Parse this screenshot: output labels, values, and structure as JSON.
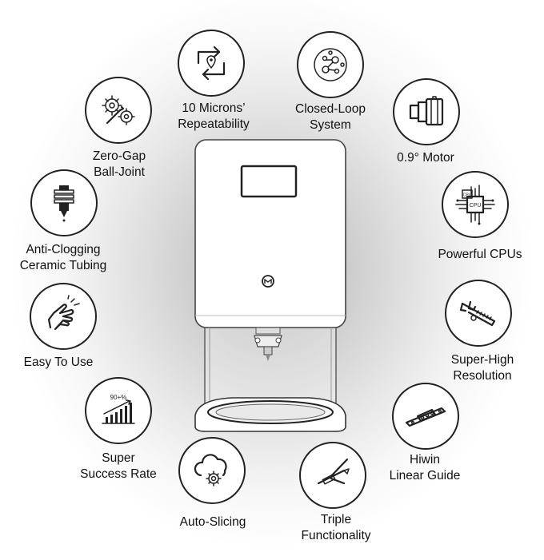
{
  "features": [
    {
      "id": "repeatability",
      "icon": "location-cycle-icon",
      "lines": [
        "10 Microns’",
        "Repeatability"
      ]
    },
    {
      "id": "closed-loop",
      "icon": "network-nodes-icon",
      "lines": [
        "Closed-Loop",
        "System"
      ]
    },
    {
      "id": "motor",
      "icon": "motor-icon",
      "lines": [
        "0.9° Motor"
      ]
    },
    {
      "id": "cpus",
      "icon": "cpu-chip-icon",
      "lines": [
        "Powerful CPUs"
      ],
      "chip_text": "CPU"
    },
    {
      "id": "resolution",
      "icon": "caliper-icon",
      "lines": [
        "Super-High",
        "Resolution"
      ]
    },
    {
      "id": "linear-guide",
      "icon": "linear-rail-icon",
      "lines": [
        "Hiwin",
        "Linear Guide"
      ]
    },
    {
      "id": "triple",
      "icon": "multitool-icon",
      "lines": [
        "Triple",
        "Functionality"
      ]
    },
    {
      "id": "slicing",
      "icon": "cloud-gear-icon",
      "lines": [
        "Auto-Slicing"
      ]
    },
    {
      "id": "success",
      "icon": "bar-growth-icon",
      "lines": [
        "Super",
        "Success Rate"
      ],
      "badge_text": "90+%"
    },
    {
      "id": "easy",
      "icon": "hand-snap-icon",
      "lines": [
        "Easy To Use"
      ]
    },
    {
      "id": "anti-clog",
      "icon": "nozzle-icon",
      "lines": [
        "Anti-Clogging",
        "Ceramic Tubing"
      ]
    },
    {
      "id": "ball-joint",
      "icon": "gears-wrench-icon",
      "lines": [
        "Zero-Gap",
        "Ball-Joint"
      ]
    }
  ]
}
